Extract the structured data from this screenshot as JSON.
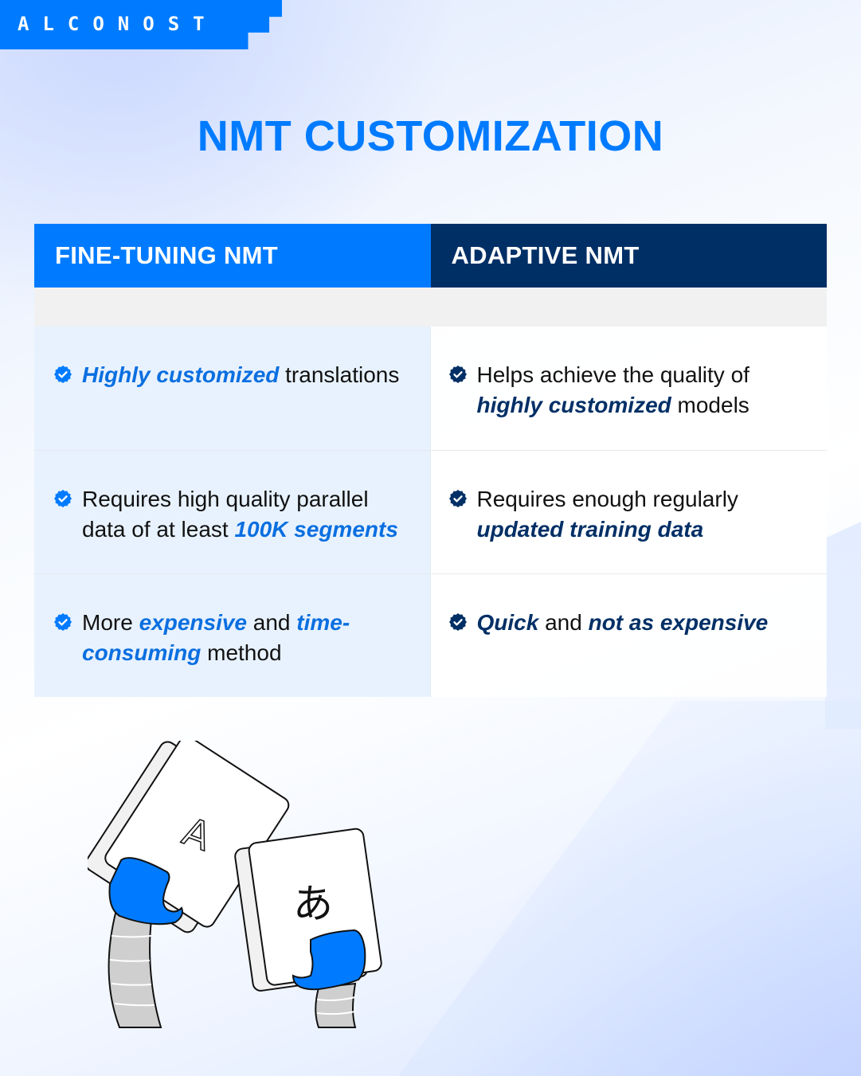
{
  "brand": {
    "logo_text": "ALCONOST",
    "primary_color": "#007bff",
    "dark_color": "#002f66"
  },
  "title": "NMT CUSTOMIZATION",
  "table": {
    "columns": [
      {
        "label": "FINE-TUNING NMT",
        "header_color": "#007bff",
        "accent_color": "#0a6fe0"
      },
      {
        "label": "ADAPTIVE NMT",
        "header_color": "#002f66",
        "accent_color": "#002f66"
      }
    ],
    "rows": [
      {
        "left": {
          "icon": "check-badge-icon",
          "parts": [
            {
              "text": "Highly customized",
              "emphasis": true
            },
            {
              "text": " translations",
              "emphasis": false
            }
          ]
        },
        "right": {
          "icon": "check-badge-icon",
          "parts": [
            {
              "text": "Helps achieve the quality of ",
              "emphasis": false
            },
            {
              "text": "highly customized",
              "emphasis": true
            },
            {
              "text": " models",
              "emphasis": false
            }
          ]
        }
      },
      {
        "left": {
          "icon": "check-badge-icon",
          "parts": [
            {
              "text": "Requires high quality parallel data of at least ",
              "emphasis": false
            },
            {
              "text": "100K segments",
              "emphasis": true
            }
          ]
        },
        "right": {
          "icon": "check-badge-icon",
          "parts": [
            {
              "text": "Requires enough regularly ",
              "emphasis": false
            },
            {
              "text": "updated training data",
              "emphasis": true
            }
          ]
        }
      },
      {
        "left": {
          "icon": "check-badge-icon",
          "parts": [
            {
              "text": "More ",
              "emphasis": false
            },
            {
              "text": "expensive",
              "emphasis": true
            },
            {
              "text": " and ",
              "emphasis": false
            },
            {
              "text": "time-consuming",
              "emphasis": true
            },
            {
              "text": " method",
              "emphasis": false
            }
          ]
        },
        "right": {
          "icon": "check-badge-icon",
          "parts": [
            {
              "text": "Quick",
              "emphasis": true
            },
            {
              "text": " and ",
              "emphasis": false
            },
            {
              "text": "not as expensive",
              "emphasis": true
            }
          ]
        }
      }
    ]
  },
  "illustration": {
    "description": "two robotic arms holding cards",
    "cards": [
      {
        "glyph": "A"
      },
      {
        "glyph": "あ"
      }
    ]
  }
}
